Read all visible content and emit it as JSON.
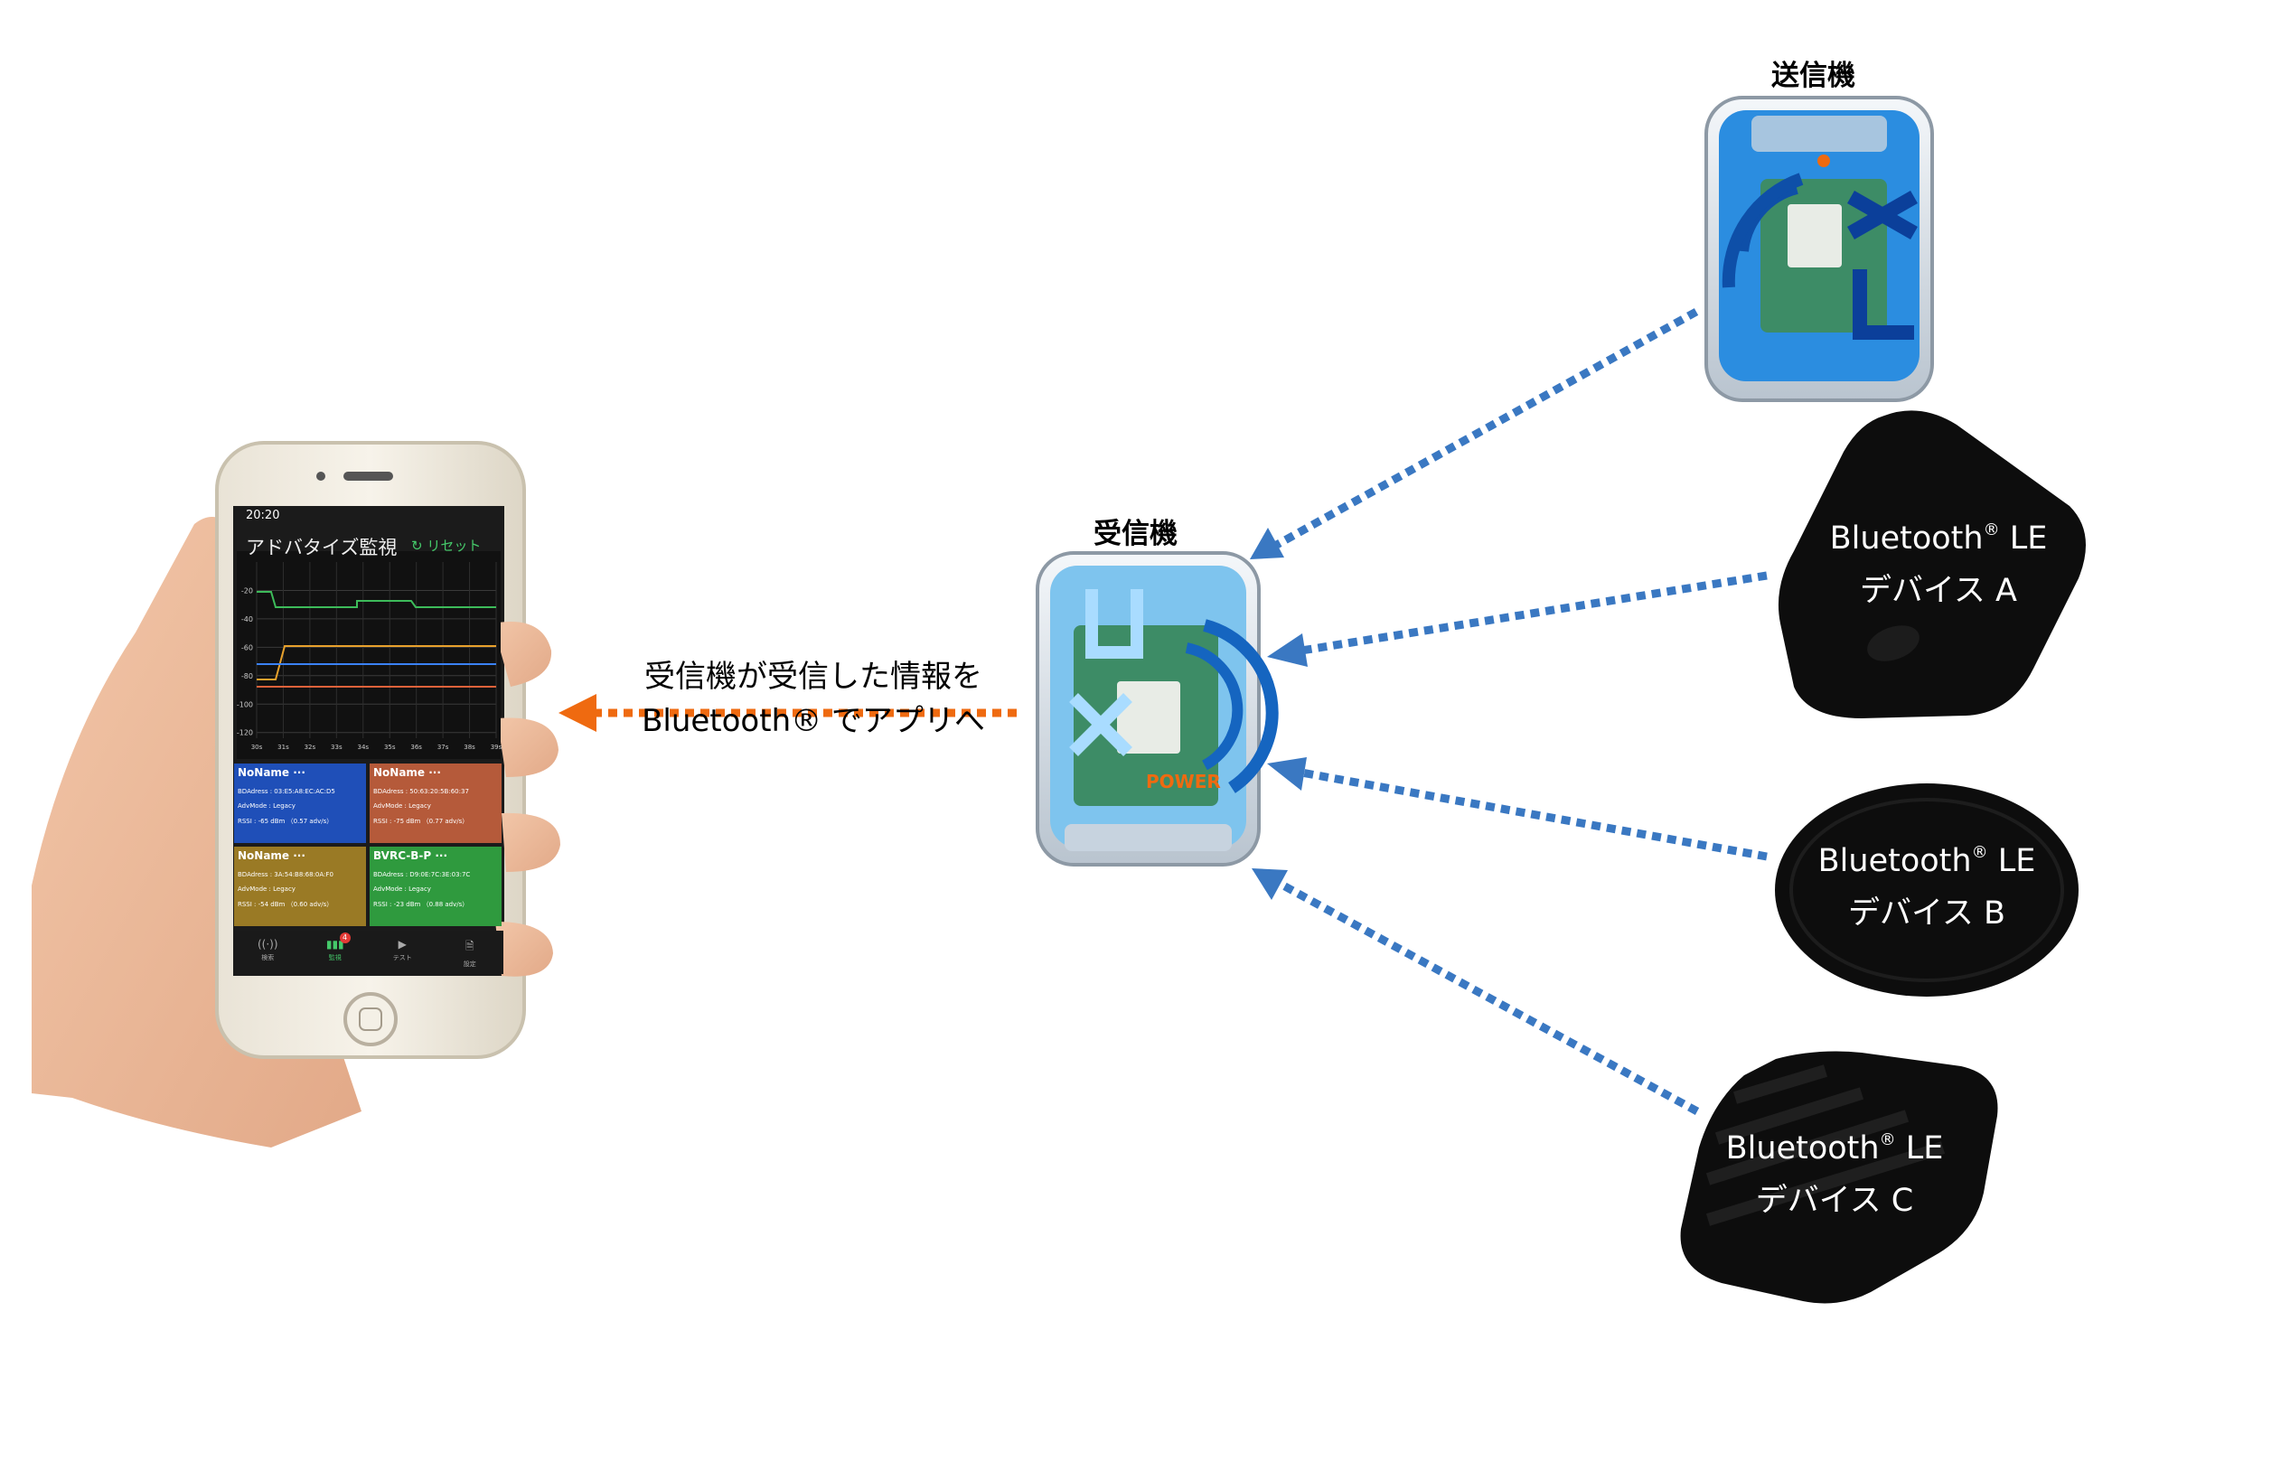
{
  "labels": {
    "transmitter": "送信機",
    "receiver": "受信機",
    "flow_line1": "受信機が受信した情報を",
    "flow_line2": "Bluetooth® でアプリへ"
  },
  "devices": [
    {
      "line1": "Bluetooth",
      "mark": "®",
      "line1_suffix": " LE",
      "line2": "デバイス A"
    },
    {
      "line1": "Bluetooth",
      "mark": "®",
      "line1_suffix": " LE",
      "line2": "デバイス B"
    },
    {
      "line1": "Bluetooth",
      "mark": "®",
      "line1_suffix": " LE",
      "line2": "デバイス C"
    }
  ],
  "phone": {
    "time": "20:20",
    "app_title": "アドバタイズ監視",
    "reset": "リセット",
    "y_ticks": [
      "-20",
      "-40",
      "-60",
      "-80",
      "-100",
      "-120"
    ],
    "x_ticks": [
      "30s",
      "31s",
      "32s",
      "33s",
      "34s",
      "35s",
      "36s",
      "37s",
      "38s",
      "39s"
    ],
    "cards": [
      {
        "name": "NoName",
        "addr_label": "BDAdress :",
        "addr": "03:E5:A8:EC:AC:D5",
        "mode_label": "AdvMode :",
        "mode": "Legacy",
        "rssi": "RSSI : -65 dBm （0.57 adv/s）",
        "color": "#1f4fb8"
      },
      {
        "name": "NoName",
        "addr_label": "BDAdress :",
        "addr": "50:63:20:5B:60:37",
        "mode_label": "AdvMode :",
        "mode": "Legacy",
        "rssi": "RSSI : -75 dBm （0.77 adv/s）",
        "color": "#b55a3a"
      },
      {
        "name": "NoName",
        "addr_label": "BDAdress :",
        "addr": "3A:54:B8:68:0A:F0",
        "mode_label": "AdvMode :",
        "mode": "Legacy",
        "rssi": "RSSI : -54 dBm （0.60 adv/s）",
        "color": "#9a7a25"
      },
      {
        "name": "BVRC-B-P",
        "addr_label": "BDAdress :",
        "addr": "D9:0E:7C:3E:03:7C",
        "mode_label": "AdvMode :",
        "mode": "Legacy",
        "rssi": "RSSI : -23 dBm （0.88 adv/s）",
        "color": "#2f9a3e"
      }
    ],
    "tabs": [
      "検索",
      "監視",
      "テスト",
      "設定"
    ],
    "badge": "4"
  },
  "colors": {
    "ble_arrow": "#3a78c2",
    "app_arrow": "#ef6a10",
    "device_body": "#0d0d0d",
    "module_blue": "#2b8de0"
  }
}
